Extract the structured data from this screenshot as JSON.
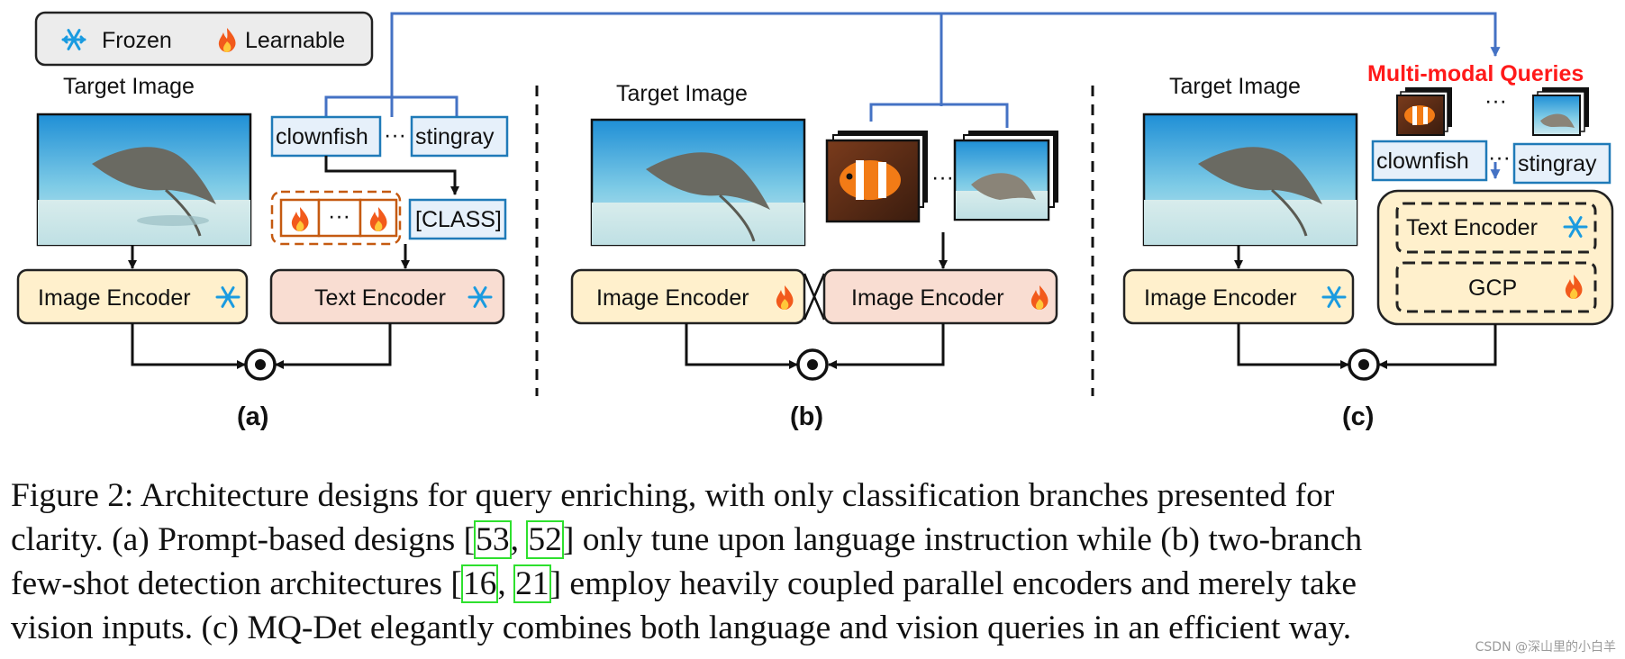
{
  "legend": {
    "frozen": "Frozen",
    "learnable": "Learnable"
  },
  "panel_a": {
    "target_label": "Target Image",
    "class_first": "clownfish",
    "class_last": "stingray",
    "class_token": "[CLASS]",
    "prompt_dots": "···",
    "image_encoder": "Image Encoder",
    "text_encoder": "Text Encoder",
    "sub": "(a)"
  },
  "panel_b": {
    "target_label": "Target Image",
    "image_encoder_left": "Image Encoder",
    "image_encoder_right": "Image Encoder",
    "dots": "···",
    "sub": "(b)"
  },
  "panel_c": {
    "title": "Multi-modal Queries",
    "target_label": "Target Image",
    "class_first": "clownfish",
    "class_last": "stingray",
    "dots": "···",
    "dots_images": "···",
    "image_encoder": "Image Encoder",
    "text_encoder": "Text Encoder",
    "gcp": "GCP",
    "sub": "(c)"
  },
  "caption": {
    "l1": "Figure 2: Architecture designs for query enriching, with only classification branches presented for",
    "l2_a": "clarity. (a) Prompt-based designs [",
    "cite_53": "53",
    "l2_sep": ", ",
    "cite_52": "52",
    "l2_b": "] only tune upon language instruction while (b) two-branch",
    "l3_a": "few-shot detection architectures [",
    "cite_16": "16",
    "l3_sep": ", ",
    "cite_21": "21",
    "l3_b": "] employ heavily coupled parallel encoders and merely take",
    "l4": "vision inputs. (c) MQ-Det elegantly combines both language and vision queries in an efficient way."
  },
  "watermark": "CSDN @深山里的小白羊",
  "colors": {
    "arrow_blue": "#4472c4",
    "box_blue": "#1f7ab8",
    "query_box_fill": "#e6f0fa",
    "image_encoder_fill": "#fff0cc",
    "text_encoder_fill": "#f9ddd2",
    "prompt_border": "#c55a11",
    "multimodal_red": "#ff1a1a",
    "cite_green": "#2ee02e"
  }
}
